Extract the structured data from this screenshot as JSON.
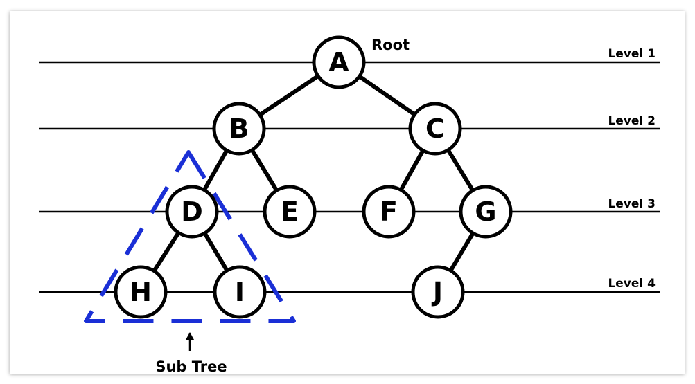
{
  "diagram": {
    "root_label": "Root",
    "subtree_label": "Sub Tree",
    "levels": [
      {
        "id": "level-1",
        "label": "Level 1"
      },
      {
        "id": "level-2",
        "label": "Level 2"
      },
      {
        "id": "level-3",
        "label": "Level 3"
      },
      {
        "id": "level-4",
        "label": "Level 4"
      }
    ],
    "nodes": [
      {
        "id": "A",
        "label": "A"
      },
      {
        "id": "B",
        "label": "B"
      },
      {
        "id": "C",
        "label": "C"
      },
      {
        "id": "D",
        "label": "D"
      },
      {
        "id": "E",
        "label": "E"
      },
      {
        "id": "F",
        "label": "F"
      },
      {
        "id": "G",
        "label": "G"
      },
      {
        "id": "H",
        "label": "H"
      },
      {
        "id": "I",
        "label": "I"
      },
      {
        "id": "J",
        "label": "J"
      }
    ],
    "edges": [
      {
        "from": "A",
        "to": "B"
      },
      {
        "from": "A",
        "to": "C"
      },
      {
        "from": "B",
        "to": "D"
      },
      {
        "from": "B",
        "to": "E"
      },
      {
        "from": "C",
        "to": "F"
      },
      {
        "from": "C",
        "to": "G"
      },
      {
        "from": "D",
        "to": "H"
      },
      {
        "from": "D",
        "to": "I"
      },
      {
        "from": "G",
        "to": "J"
      }
    ],
    "colors": {
      "subtree_outline": "#1a2fd6",
      "ink": "#000000"
    }
  }
}
